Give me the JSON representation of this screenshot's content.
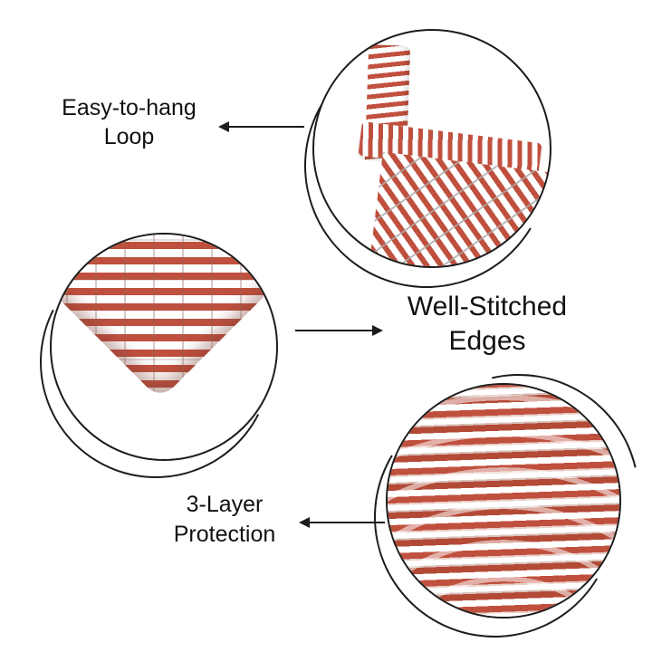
{
  "labels": {
    "loop": {
      "line1": "Easy-to-hang",
      "line2": "Loop"
    },
    "edges": {
      "line1": "Well-Stitched",
      "line2": "Edges"
    },
    "layers": {
      "line1": "3-Layer",
      "line2": "Protection"
    }
  },
  "colors": {
    "background": "#ffffff",
    "text": "#111111",
    "outline": "#1c1c1c",
    "stripe_red": "#c0503e",
    "stripe_red_dark": "#b34a36"
  }
}
